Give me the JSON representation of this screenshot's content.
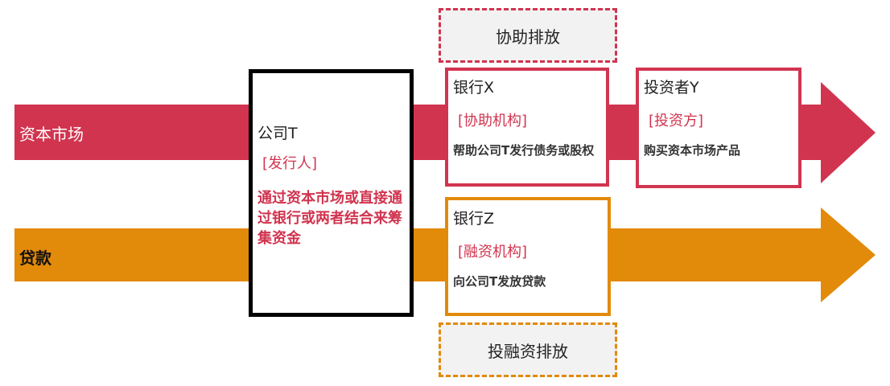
{
  "bands": {
    "capital_market": {
      "label": "资本市场",
      "color": "#d1344f"
    },
    "loan": {
      "label": "贷款",
      "color": "#e28a0a"
    }
  },
  "issuer": {
    "title": "公司T",
    "role": "[发行人]",
    "desc": "通过资本市场或直接通过银行或两者结合来筹集资金"
  },
  "bank_x": {
    "title": "银行X",
    "role": "[协助机构]",
    "desc": "帮助公司T发行债务或股权"
  },
  "investor_y": {
    "title": "投资者Y",
    "role": "[投资方]",
    "desc": "购买资本市场产品"
  },
  "bank_z": {
    "title": "银行Z",
    "role": "[融资机构]",
    "desc": "向公司T发放贷款"
  },
  "labels": {
    "facilitated": "协助排放",
    "financed": "投融资排放"
  }
}
